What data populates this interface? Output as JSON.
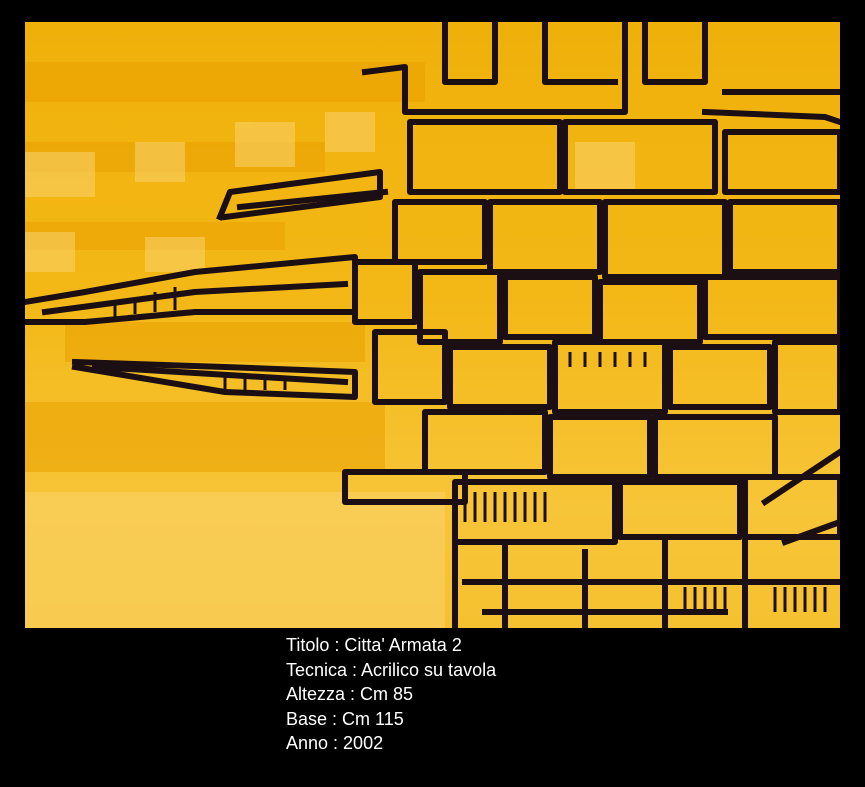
{
  "artwork": {
    "description_icon": "abstract-city-painting",
    "colors": {
      "background": "#000000",
      "yellow_light": "#f7c53a",
      "yellow_mid": "#f2b20e",
      "yellow_deep": "#e19a00",
      "ink": "#1c0f14"
    }
  },
  "caption": {
    "titolo": "Titolo : Citta' Armata 2",
    "tecnica": "Tecnica : Acrilico su tavola",
    "altezza": "Altezza : Cm 85",
    "base": "Base : Cm 115",
    "anno": "Anno : 2002"
  }
}
